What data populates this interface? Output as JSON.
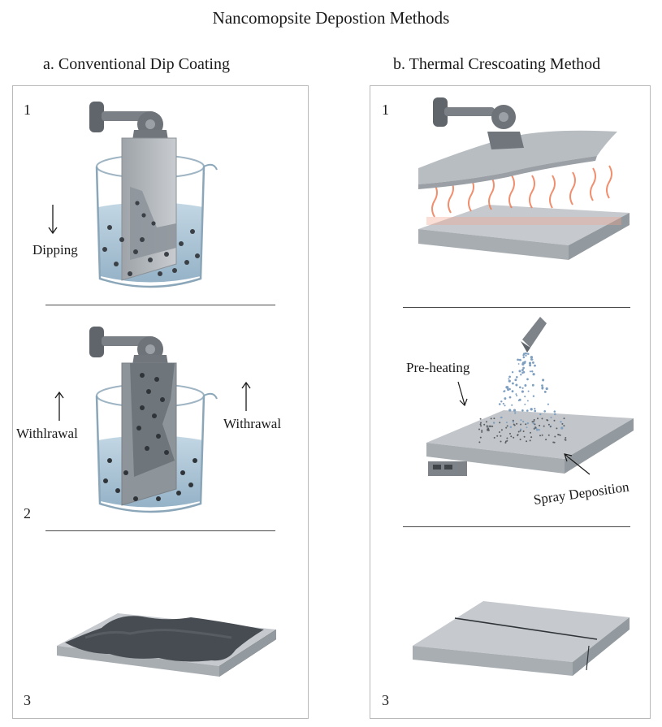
{
  "figure": {
    "title": "Nancomopsite Depostion Methods"
  },
  "panel_a": {
    "heading": "a. Conventional Dip Coating",
    "step1_number": "1",
    "step1_label": "Dipping",
    "step2_number": "2",
    "step2_label_left": "Withlrawal",
    "step2_label_right": "Withrawal",
    "step3_number": "3"
  },
  "panel_b": {
    "heading": "b. Thermal Crescoating Method",
    "step1_number": "1",
    "step2_label_preheat": "Pre-heating",
    "step2_label_spray": "Spray Deposition",
    "step3_number": "3"
  },
  "colors": {
    "liquid": "#a9c3d6",
    "glass_edge": "#8aa6b8",
    "metal": "#6d7378",
    "substrate": "#bfc4c8",
    "particle": "#3b4046",
    "coating": "#474c52",
    "heat_wave": "#ef7b55",
    "spray_dot": "#7f9fc0",
    "border": "#b9b9b9"
  },
  "icons": [
    "holder-clamp-icon",
    "beaker-icon",
    "substrate-slab-icon",
    "spray-nozzle-icon",
    "heat-wave-icon",
    "arrow-down-icon",
    "arrow-up-icon"
  ]
}
